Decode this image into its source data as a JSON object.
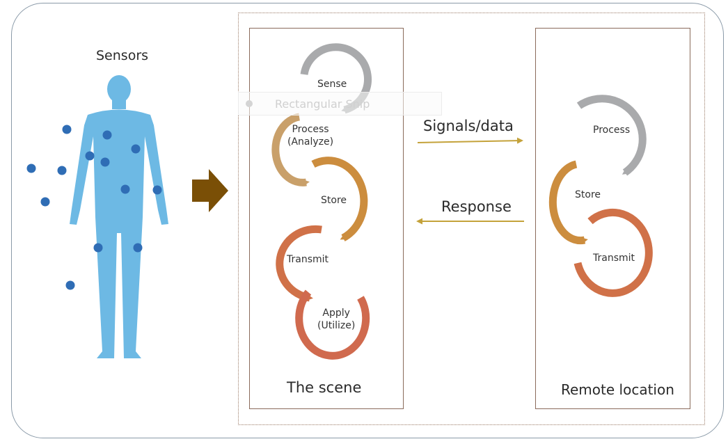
{
  "labels": {
    "sensors": "Sensors",
    "scene_title": "The scene",
    "remote_title": "Remote location",
    "signals": "Signals/data",
    "response": "Response"
  },
  "scene_steps": {
    "sense": "Sense",
    "process": "Process",
    "process_sub": "(Analyze)",
    "store": "Store",
    "transmit": "Transmit",
    "apply": "Apply",
    "apply_sub": "(Utilize)"
  },
  "remote_steps": {
    "process": "Process",
    "store": "Store",
    "transmit": "Transmit"
  },
  "overlay": {
    "snip_text": "Rectangular Snip"
  },
  "colors": {
    "body": "#6db9e4",
    "sensor_dot": "#2f6db5",
    "arrow_brown": "#7a4f06",
    "connector": "#c4a23a",
    "sense": "#a9aaac",
    "process": "#c9a06a",
    "store": "#cc8d3e",
    "transmit": "#d07148",
    "apply": "#d06a4e"
  }
}
